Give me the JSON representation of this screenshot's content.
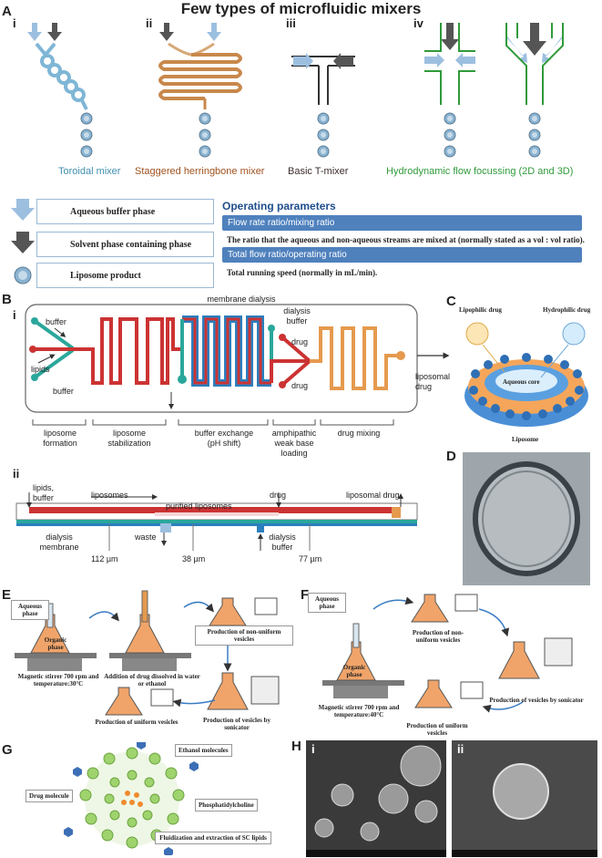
{
  "title": "Few types of microfluidic mixers",
  "panel_a": {
    "letter": "A",
    "mixers": [
      {
        "numeral": "i",
        "label": "Toroidal mixer",
        "color": "#3f8fb0"
      },
      {
        "numeral": "ii",
        "label": "Staggered herringbone mixer",
        "color": "#a0521e"
      },
      {
        "numeral": "iii",
        "label": "Basic T-mixer",
        "color": "#3b2d2a"
      },
      {
        "numeral": "iv",
        "label": "Hydrodynamic flow focussing (2D and 3D)",
        "color": "#2f9a3a"
      }
    ],
    "legend": [
      {
        "icon": "light-blue-arrow",
        "label": "Aqueous buffer phase"
      },
      {
        "icon": "dark-grey-arrow",
        "label": "Solvent phase containing phase"
      },
      {
        "icon": "double-circle",
        "label": "Liposome product"
      }
    ],
    "operating": {
      "heading": "Operating parameters",
      "bar1": "Flow rate ratio/mixing ratio",
      "desc1": "The ratio that the aqueous and non-aqueous streams are mixed at (normally stated as a vol : vol ratio).",
      "bar2": "Total flow ratio/operating ratio",
      "desc2": "Total running speed (normally in mL/min)."
    }
  },
  "panel_b": {
    "letter": "B",
    "sub_i": "i",
    "sub_ii": "ii",
    "membrane_dialysis": "membrane dialysis",
    "buffer_top": "buffer",
    "lipids": "lipids",
    "buffer_bottom": "buffer",
    "dialysis_buffer": "dialysis buffer",
    "drug_top": "drug",
    "drug_bottom": "drug",
    "liposomal_drug": "liposomal drug",
    "stages": [
      "liposome formation",
      "liposome stabilization",
      "buffer exchange (pH shift)",
      "amphipathic weak base loading",
      "drug mixing"
    ],
    "ii_labels": {
      "lipids_buffer": "lipids, buffer",
      "liposomes": "liposomes",
      "purified": "purified liposomes",
      "drug": "drug",
      "liposomal_drug": "liposomal drug",
      "dialysis_membrane": "dialysis membrane",
      "waste": "waste",
      "dialysis_buffer": "dialysis buffer",
      "dim1": "112 µm",
      "dim2": "38 µm",
      "dim3": "77 µm"
    }
  },
  "panel_c": {
    "letter": "C",
    "lipophilic": "Lipophilic drug",
    "hydrophilic": "Hydrophilic drug",
    "aqueous_core": "Aqueous core",
    "liposome": "Liposome"
  },
  "panel_d": {
    "letter": "D"
  },
  "panel_e": {
    "letter": "E",
    "aqueous_phase": "Aqueous phase",
    "organic_phase": "Organic phase",
    "stirrer": "Magnetic stirrer 700 rpm and temperature:30°C",
    "addition": "Addition of drug dissolved in water or ethanol",
    "nonuniform": "Production of non-uniform vesicles",
    "uniform": "Production of uniform vesicles",
    "sonicator": "Production of vesicles by sonicator"
  },
  "panel_f": {
    "letter": "F",
    "aqueous_phase": "Aqueous phase",
    "organic_phase": "Organic phase",
    "stirrer": "Magnetic stirrer 700 rpm and temperature:40°C",
    "nonuniform": "Production of non-uniform vesicles",
    "sonicator": "Production of vesicles by sonicator",
    "uniform": "Production of uniform vesicles"
  },
  "panel_g": {
    "letter": "G",
    "ethanol": "Ethanol molecules",
    "drug": "Drug molecule",
    "phosphatidylcholine": "Phosphatidylcholine",
    "fluidization": "Fluidization and extraction of SC lipids"
  },
  "panel_h": {
    "letter": "H",
    "sub_i": "i",
    "sub_ii": "ii"
  }
}
